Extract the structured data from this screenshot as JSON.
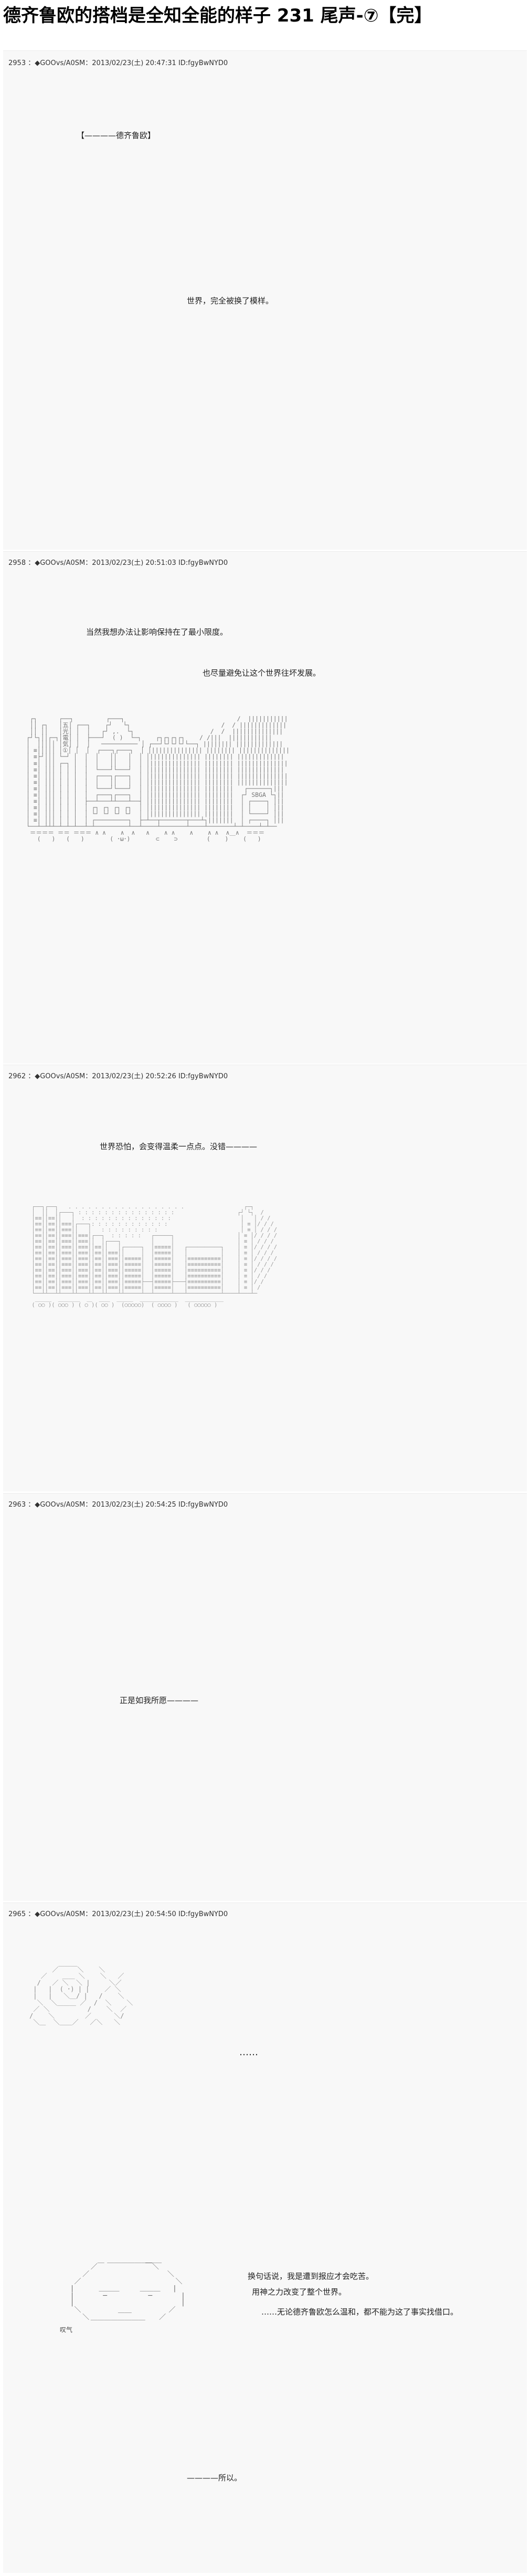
{
  "title": "德齐鲁欧的搭档是全知全能的样子 231 尾声-⑦【完】",
  "posts": [
    {
      "header": "2953 ：◆GOOvs/A0SM：2013/02/23(土) 20:47:31 ID:fgyBwNYD0",
      "lines": [
        "【————德齐鲁欧】",
        "世界，完全被换了模样。"
      ]
    },
    {
      "header": "2958 ：◆GOOvs/A0SM：2013/02/23(土) 20:51:03 ID:fgyBwNYD0",
      "lines": [
        "当然我想办法让影响保持在了最小限度。",
        "也尽量避免让这个世界往坏发展。"
      ]
    },
    {
      "header": "2962 ：◆GOOvs/A0SM：2013/02/23(土) 20:52:26 ID:fgyBwNYD0",
      "lines": [
        "世界恐怕，会变得温柔一点点。没错————"
      ]
    },
    {
      "header": "2963 ：◆GOOvs/A0SM：2013/02/23(土) 20:54:25 ID:fgyBwNYD0",
      "lines": [
        "正是如我所愿————"
      ]
    },
    {
      "header": "2965 ：◆GOOvs/A0SM：2013/02/23(土) 20:54:50 ID:fgyBwNYD0",
      "lines": [
        "……",
        "叹气",
        "换句话说，我是遭到报应才会吃苦。",
        "用神之力改变了整个世界。",
        "……无论德齐鲁欧怎么温和，都不能为这了事实找借口。",
        "————所以。"
      ]
    }
  ]
}
